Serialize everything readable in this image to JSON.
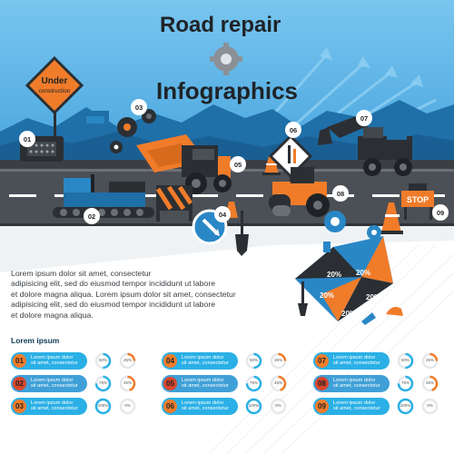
{
  "header": {
    "title_line1": "Road repair",
    "title_line2": "Infographics"
  },
  "sign": {
    "line1": "Under",
    "line2": "construction"
  },
  "stop_sign": "STOP",
  "markers": [
    "01",
    "02",
    "03",
    "04",
    "05",
    "06",
    "07",
    "08",
    "09"
  ],
  "pie": {
    "slices": [
      "20%",
      "20%",
      "20%",
      "20%",
      "20%"
    ]
  },
  "paragraph": [
    "Lorem ipsum dolor sit amet, consectetur",
    "adipisicing elit, sed do eiusmod tempor incididunt ut labore",
    "et dolore magna aliqua. Lorem ipsum dolor sit amet, consectetur",
    "adipisicing elit, sed do eiusmod tempor incididunt ut labore",
    "et dolore magna aliqua."
  ],
  "section_label": "Lorem ipsum",
  "rows": [
    {
      "num": "01",
      "line1": "Lorem ipsum dolor",
      "line2": "sit amet, consectetur",
      "d1": "50%",
      "d2": "25%"
    },
    {
      "num": "02",
      "line1": "Lorem ipsum dolor",
      "line2": "sit amet, consectetur",
      "d1": "75%",
      "d2": "45%"
    },
    {
      "num": "03",
      "line1": "Lorem ipsum dolor",
      "line2": "sit amet, consectetur",
      "d1": "100%",
      "d2": "0%"
    },
    {
      "num": "04",
      "line1": "Lorem ipsum dolor",
      "line2": "sit amet, consectetur",
      "d1": "50%",
      "d2": "25%"
    },
    {
      "num": "05",
      "line1": "Lorem ipsum dolor",
      "line2": "sit amet, consectetur",
      "d1": "75%",
      "d2": "45%"
    },
    {
      "num": "06",
      "line1": "Lorem ipsum dolor",
      "line2": "sit amet, consectetur",
      "d1": "100%",
      "d2": "0%"
    },
    {
      "num": "07",
      "line1": "Lorem ipsum dolor",
      "line2": "sit amet, consectetur",
      "d1": "50%",
      "d2": "25%"
    },
    {
      "num": "08",
      "line1": "Lorem ipsum dolor",
      "line2": "sit amet, consectetur",
      "d1": "75%",
      "d2": "45%"
    },
    {
      "num": "09",
      "line1": "Lorem ipsum dolor",
      "line2": "sit amet, consectetur",
      "d1": "100%",
      "d2": "0%"
    }
  ],
  "watermark": "#81570608",
  "colors": {
    "sky": "#5fb7e6",
    "orange": "#f07c2a",
    "dark": "#2b2f33",
    "blue": "#2ab0e6",
    "circle_orange": "#f07c2a",
    "circle_red": "#d9462c",
    "circle_blue": "#2ab0e6"
  }
}
